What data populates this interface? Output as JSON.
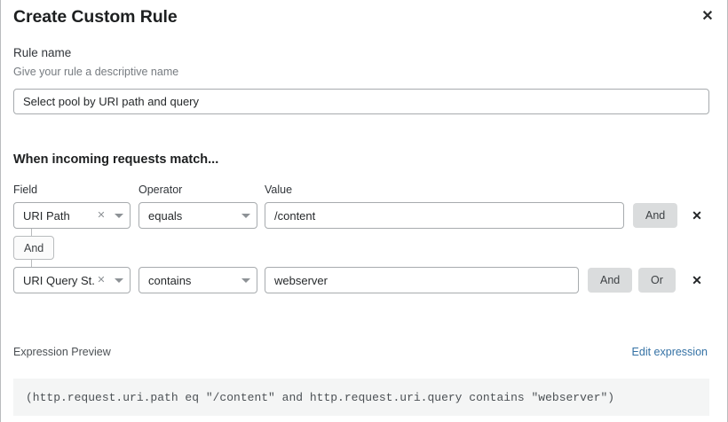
{
  "dialog": {
    "title": "Create Custom Rule",
    "close_icon": "close-icon"
  },
  "rule_name": {
    "label": "Rule name",
    "help": "Give your rule a descriptive name",
    "value": "Select pool by URI path and query",
    "placeholder": "Rule name"
  },
  "match_section": {
    "heading": "When incoming requests match...",
    "columns": {
      "field": "Field",
      "operator": "Operator",
      "value": "Value"
    },
    "connector": {
      "label": "And"
    },
    "rows": [
      {
        "field": "URI Path",
        "operator": "equals",
        "value": "/content",
        "value_placeholder": "Enter value",
        "and_label": "And",
        "or_label": "Or",
        "show_or": false,
        "clear_icon": "clear-icon",
        "caret_icon": "chevron-down-icon",
        "delete_icon": "delete-icon"
      },
      {
        "field": "URI Query St...",
        "operator": "contains",
        "value": "webserver",
        "value_placeholder": "Enter value",
        "and_label": "And",
        "or_label": "Or",
        "show_or": true,
        "clear_icon": "clear-icon",
        "caret_icon": "chevron-down-icon",
        "delete_icon": "delete-icon"
      }
    ]
  },
  "expression_preview": {
    "label": "Expression Preview",
    "edit_link": "Edit expression",
    "expression": "(http.request.uri.path eq \"/content\" and http.request.uri.query contains \"webserver\")"
  },
  "colors": {
    "link": "#3572a5",
    "button_gray": "#dadcdd",
    "border": "#a7abae",
    "preview_bg": "#f4f5f5",
    "text": "#26292b",
    "muted_text": "#767b80"
  }
}
